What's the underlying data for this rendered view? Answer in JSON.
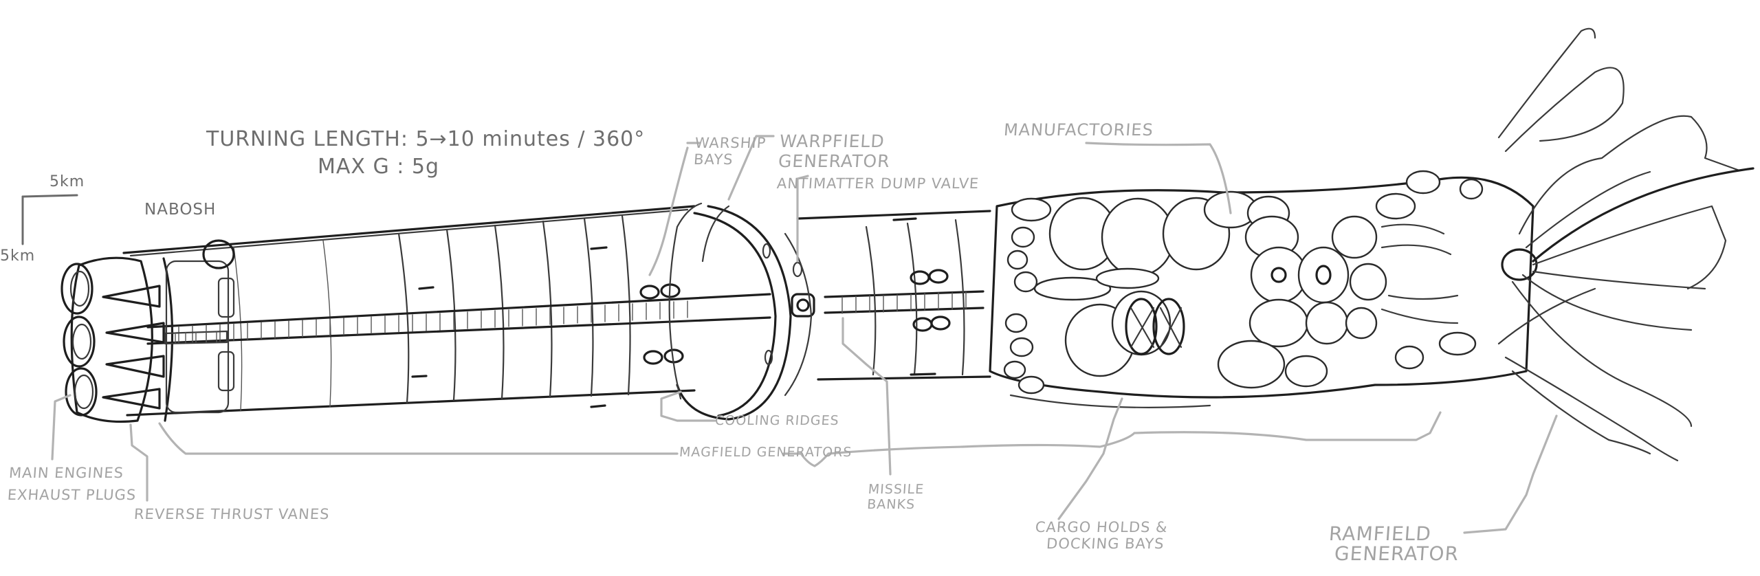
{
  "ship": {
    "name": "NABOSH",
    "turning_length": "TURNING LENGTH: 5→10 minutes / 360°",
    "max_g": "MAX G : 5g"
  },
  "scale": {
    "horizontal": "5km",
    "vertical": "5km"
  },
  "labels": {
    "main_engines": [
      "MAIN ENGINES",
      "EXHAUST PLUGS"
    ],
    "reverse_thrust_vanes": "REVERSE THRUST VANES",
    "magfield_generators": "MAGFIELD GENERATORS",
    "cooling_ridges": "COOLING RIDGES",
    "warship_bays": [
      "WARSHIP",
      "BAYS"
    ],
    "warpfield_generator": [
      "WARPFIELD",
      "GENERATOR"
    ],
    "antimatter_dump_valve": "ANTIMATTER DUMP VALVE",
    "manufactories": "MANUFACTORIES",
    "missile_banks": [
      "MISSILE",
      "BANKS"
    ],
    "cargo_holds": [
      "CARGO HOLDS &",
      "DOCKING BAYS"
    ],
    "ramfield_generator": [
      "RAMFIELD",
      "GENERATOR"
    ]
  },
  "colors": {
    "ink": "#2b2b2b",
    "annotation": "#a3a3a3",
    "background": "#ffffff"
  }
}
